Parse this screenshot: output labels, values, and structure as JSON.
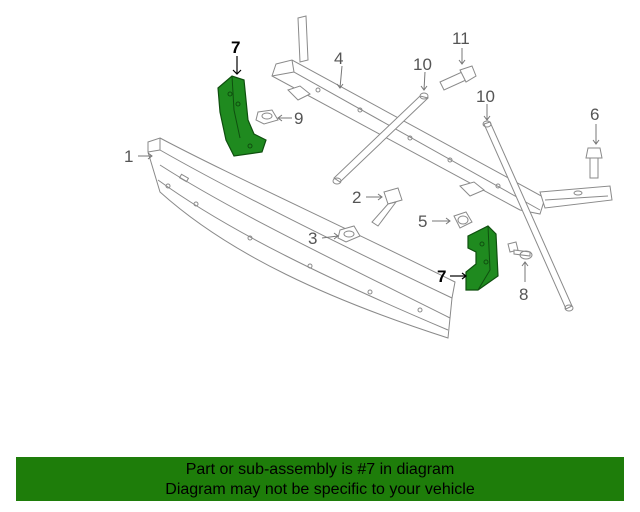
{
  "diagram": {
    "callouts": {
      "c1": "1",
      "c2": "2",
      "c3": "3",
      "c4": "4",
      "c5": "5",
      "c6": "6",
      "c7a": "7",
      "c7b": "7",
      "c8": "8",
      "c9": "9",
      "c10a": "10",
      "c10b": "10",
      "c11": "11"
    },
    "highlight_color": "#1f8a1f",
    "line_color": "#8a8a8a"
  },
  "caption": {
    "line1": "Part or sub-assembly is #7 in diagram",
    "line2": "Diagram may not be specific to your vehicle",
    "background": "#1e7d0a"
  }
}
